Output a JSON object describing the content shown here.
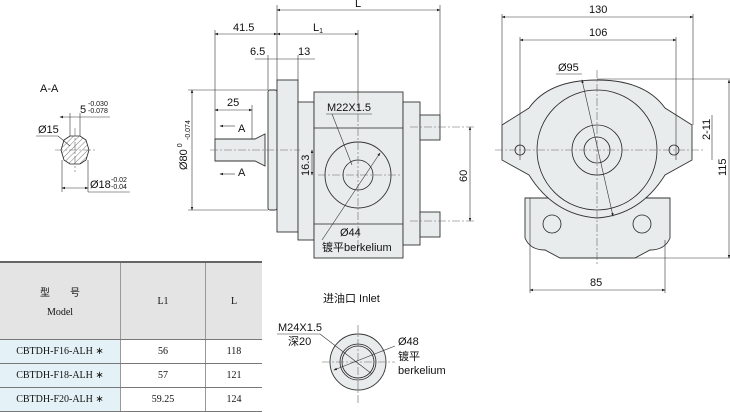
{
  "section_view": {
    "title": "A-A",
    "key_width": "5",
    "key_tol_upper": "-0.030",
    "key_tol_lower": "-0.078",
    "dia_inner": "Ø15",
    "dia_outer": "Ø18",
    "outer_tol_upper": "-0.02",
    "outer_tol_lower": "-0.04"
  },
  "side_view": {
    "dim_L": "L",
    "dim_41_5": "41.5",
    "dim_L1": "L",
    "dim_L1_sub": "1",
    "dim_6_5": "6.5",
    "dim_13": "13",
    "dim_25": "25",
    "section_mark": "A",
    "dia_80": "Ø80",
    "dia_80_tol_upper": "0",
    "dia_80_tol_lower": "-0.074",
    "thread": "M22X1.5",
    "dim_16_3": "16.3",
    "dia_44": "Ø44",
    "spotface": "镀平berkelium",
    "dim_60": "60"
  },
  "front_view": {
    "dim_130": "130",
    "dim_106": "106",
    "dia_95": "Ø95",
    "holes": "2-11",
    "dim_115": "115",
    "dim_85": "85"
  },
  "inlet": {
    "title": "进油口    Inlet",
    "thread": "M24X1.5",
    "depth": "深20",
    "dia": "Ø48",
    "spotface_cn": "镀平",
    "spotface_en": "berkelium"
  },
  "table": {
    "headers": {
      "model_cn": "型　　号",
      "model_en": "Model",
      "l1": "L1",
      "l": "L"
    },
    "rows": [
      {
        "model": "CBTDH-F16-ALH ∗",
        "l1": "56",
        "l": "118"
      },
      {
        "model": "CBTDH-F18-ALH ∗",
        "l1": "57",
        "l": "121"
      },
      {
        "model": "CBTDH-F20-ALH ∗",
        "l1": "59.25",
        "l": "124"
      }
    ]
  }
}
